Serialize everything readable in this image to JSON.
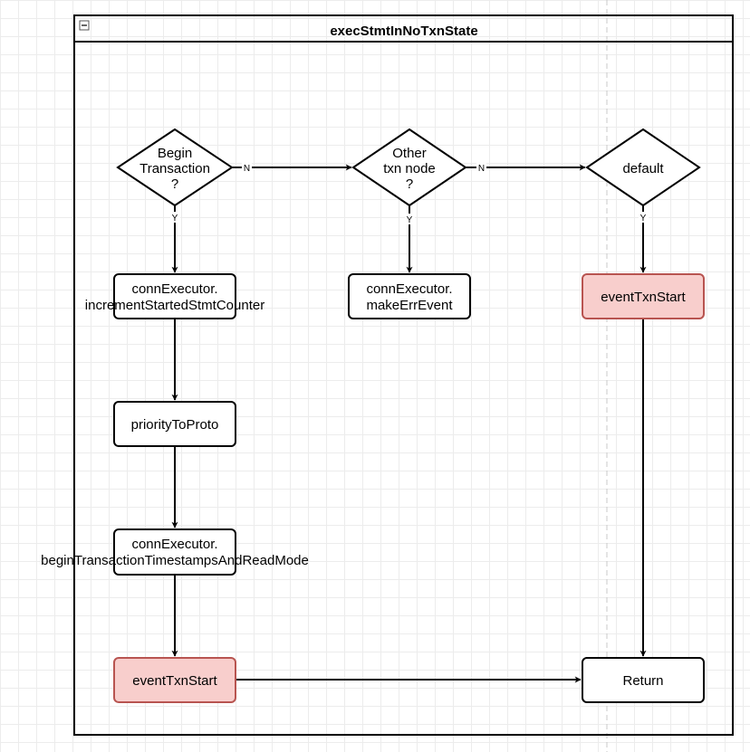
{
  "diagram": {
    "title": "execStmtInNoTxnState",
    "collapse_icon": "minus-box-icon",
    "colors": {
      "stroke": "#000000",
      "highlight_fill": "#f8cecc",
      "highlight_stroke": "#b85450",
      "guide_line": "#c8c8c8"
    },
    "decisions": {
      "begin_transaction": [
        "Begin",
        "Transaction",
        "?"
      ],
      "other_txn_node": [
        "Other",
        "txn node",
        "?"
      ],
      "default": [
        "default"
      ]
    },
    "processes": {
      "increment_started_stmt_counter": [
        "connExecutor.",
        "incrementStartedStmtCounter"
      ],
      "make_err_event": [
        "connExecutor.",
        "makeErrEvent"
      ],
      "event_txn_start_right": [
        "eventTxnStart"
      ],
      "priority_to_proto": [
        "priorityToProto"
      ],
      "begin_transaction_timestamps": [
        "connExecutor.",
        "beginTransactionTimestampsAndReadMode"
      ],
      "event_txn_start_left": [
        "eventTxnStart"
      ],
      "return": [
        "Return"
      ]
    },
    "edge_labels": {
      "begin_no": "N",
      "begin_yes": "Y",
      "other_no": "N",
      "other_yes": "Y",
      "default_yes": "Y"
    }
  }
}
